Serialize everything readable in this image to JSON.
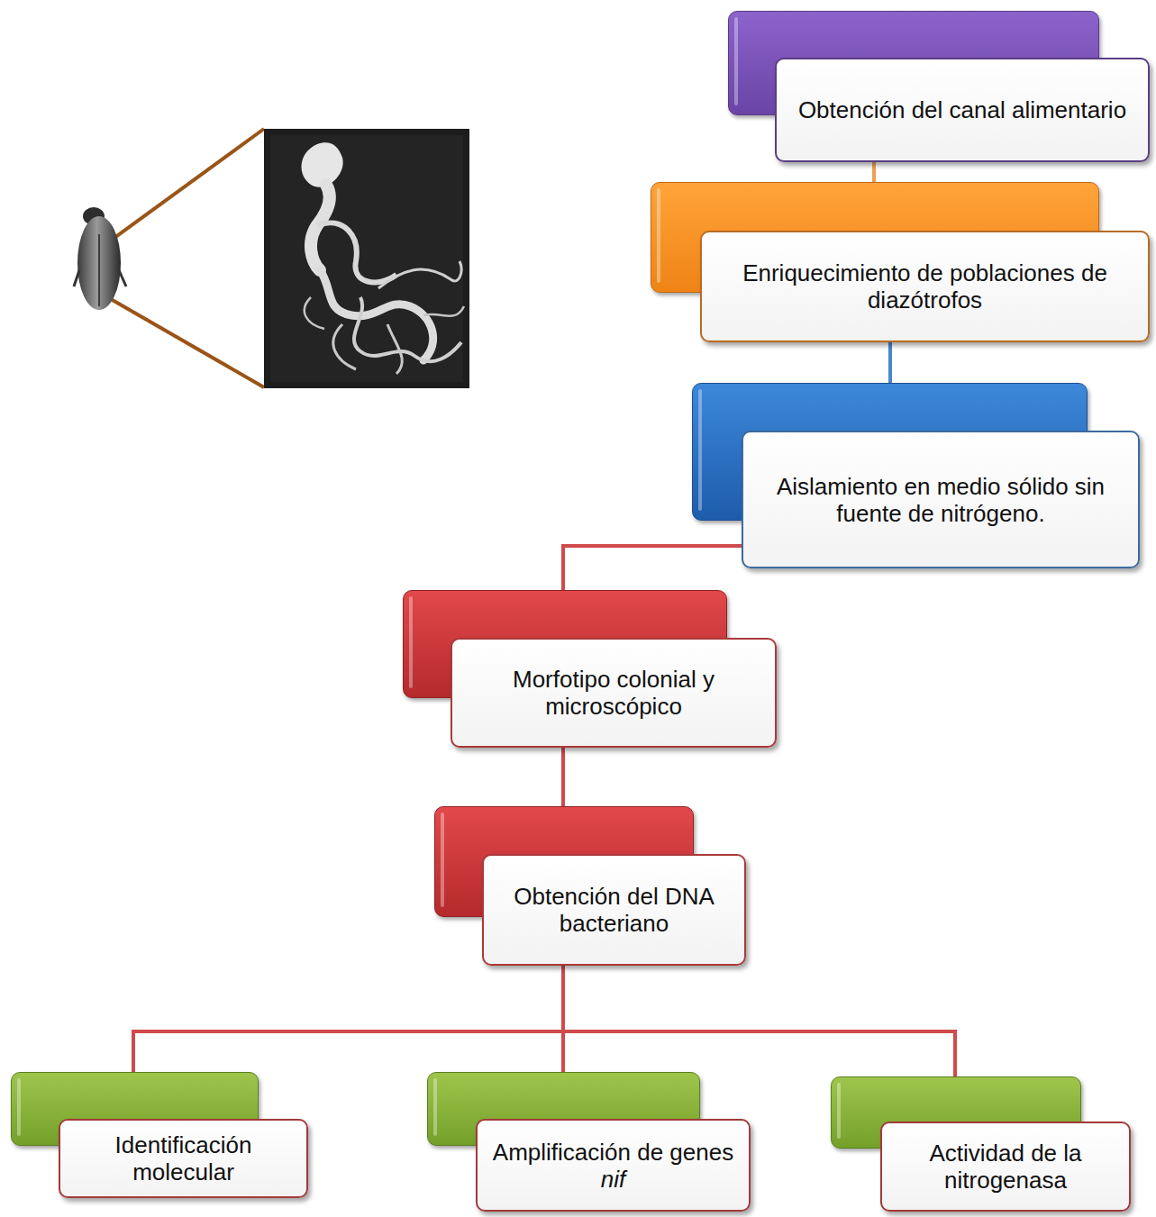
{
  "diagram": {
    "nodes": [
      {
        "text": [
          "Obtención del canal alimentario"
        ]
      },
      {
        "text": [
          "Enriquecimiento de poblaciones de diazótrofos"
        ]
      },
      {
        "text": [
          "Aislamiento en medio sólido sin fuente de nitrógeno."
        ]
      },
      {
        "text": [
          "Morfotipo colonial y microscópico"
        ]
      },
      {
        "text": [
          "Obtención del DNA bacteriano"
        ]
      },
      {
        "text": [
          "Identificación molecular"
        ]
      },
      {
        "text": [
          "Amplificación de genes nif"
        ]
      },
      {
        "text": [
          "Actividad de la nitrogenasa"
        ]
      }
    ],
    "edges": [
      {
        "from": 0,
        "to": 1,
        "arrow": "none"
      },
      {
        "from": 1,
        "to": 2,
        "arrow": "none"
      },
      {
        "from": 2,
        "to": 3,
        "arrow": "none"
      },
      {
        "from": 3,
        "to": 4,
        "arrow": "none"
      },
      {
        "from": 4,
        "to": 5,
        "arrow": "none"
      },
      {
        "from": 4,
        "to": 6,
        "arrow": "none"
      },
      {
        "from": 4,
        "to": 7,
        "arrow": "none"
      }
    ]
  }
}
